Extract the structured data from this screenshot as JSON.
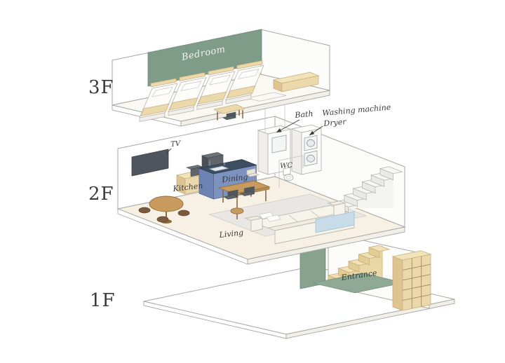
{
  "illustration": {
    "bg": "#ffffff",
    "palette": {
      "wall_green": "#7e9c88",
      "entrance_green": "#87a28e",
      "genkan_green": "#8fa996",
      "beige": "#ecd9ab",
      "beige_dark": "#ddc491",
      "beige_light": "#f2e4ba",
      "island_blue": "#7e92c0",
      "island_blue_dark": "#6d83b3",
      "counter_navy": "#3d4e62",
      "appliance_gray": "#5f656b",
      "tv_gray": "#4e555c",
      "wood": "#c89a5e",
      "rug_gray": "#e8e7e3",
      "blanket_blue": "#c7dbe9",
      "floor_cream": "#f6f1e4",
      "outline": "#a7a7a4",
      "ink": "#3a3a3a"
    }
  },
  "labels": {
    "floor3": "3F",
    "floor2": "2F",
    "floor1": "1F",
    "bedroom": "Bedroom",
    "tv": "TV",
    "bath": "Bath",
    "washing_machine": "Washing machine",
    "dryer": "Dryer",
    "wc": "WC",
    "kitchen": "Kitchen",
    "dining": "Dining",
    "living": "Living",
    "entrance": "Entrance"
  }
}
